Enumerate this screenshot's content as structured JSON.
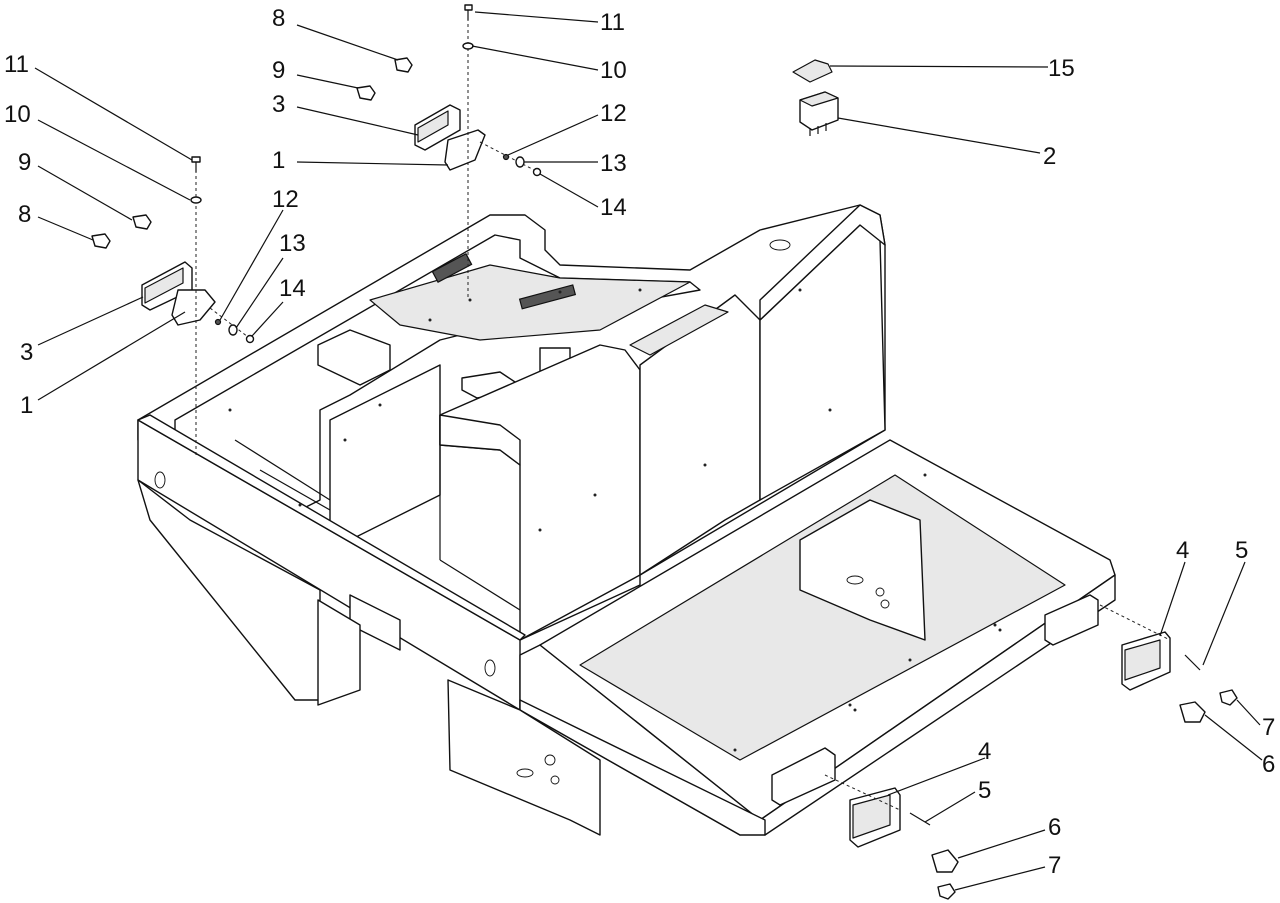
{
  "callouts": {
    "c8_top": "8",
    "c9_top": "9",
    "c3_top": "3",
    "c1_top": "1",
    "c11_top": "11",
    "c10_top": "10",
    "c12_top": "12",
    "c13_top": "13",
    "c14_top": "14",
    "c11_left": "11",
    "c10_left": "10",
    "c9_left": "9",
    "c8_left": "8",
    "c12_left": "12",
    "c13_left": "13",
    "c14_left": "14",
    "c3_left": "3",
    "c1_left": "1",
    "c15": "15",
    "c2": "2",
    "c4_right": "4",
    "c5_right": "5",
    "c7_right": "7",
    "c6_right": "6",
    "c4_bottom": "4",
    "c5_bottom": "5",
    "c6_bottom": "6",
    "c7_bottom": "7"
  },
  "colors": {
    "line": "#111111",
    "background": "#ffffff",
    "shade": "#e8e8e8"
  }
}
